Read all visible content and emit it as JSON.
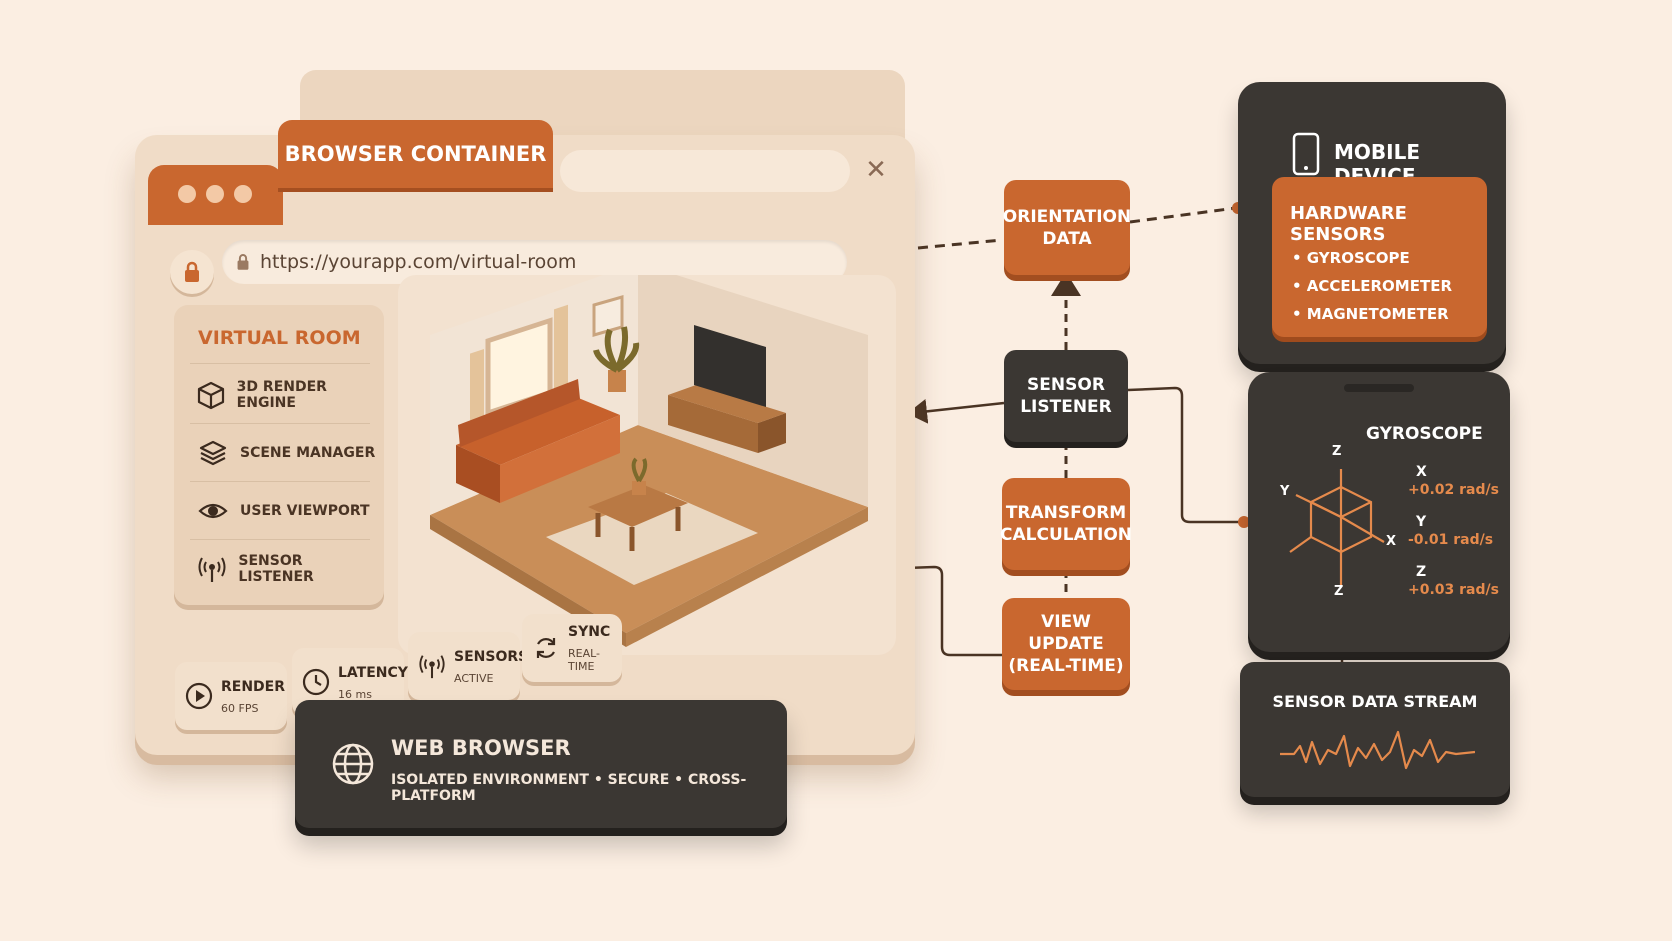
{
  "browser": {
    "title": "BROWSER CONTAINER",
    "url": "https://yourapp.com/virtual-room",
    "close_glyph": "✕"
  },
  "sidebar": {
    "title": "VIRTUAL ROOM",
    "items": [
      {
        "label": "3D RENDER ENGINE",
        "icon": "cube-icon"
      },
      {
        "label": "SCENE MANAGER",
        "icon": "layers-icon"
      },
      {
        "label": "USER VIEWPORT",
        "icon": "eye-icon"
      },
      {
        "label": "SENSOR LISTENER",
        "icon": "antenna-icon"
      }
    ]
  },
  "status": [
    {
      "label": "RENDER",
      "value": "60 FPS",
      "icon": "play-icon"
    },
    {
      "label": "LATENCY",
      "value": "16 ms",
      "icon": "clock-icon"
    },
    {
      "label": "SENSORS",
      "value": "ACTIVE",
      "icon": "antenna-icon"
    },
    {
      "label": "SYNC",
      "value": "REAL-TIME",
      "icon": "sync-icon"
    }
  ],
  "web_browser": {
    "title": "WEB BROWSER",
    "subtitle": "ISOLATED ENVIRONMENT • SECURE • CROSS-PLATFORM",
    "icon": "globe-icon"
  },
  "flow": {
    "orientation": "ORIENTATION\nDATA",
    "sensor_listener": "SENSOR\nLISTENER",
    "transform": "TRANSFORM\nCALCULATION",
    "view_update": "VIEW UPDATE\n(REAL-TIME)"
  },
  "mobile": {
    "title": "MOBILE DEVICE",
    "icon": "phone-icon",
    "hw_title": "HARDWARE SENSORS",
    "sensors": [
      "• GYROSCOPE",
      "• ACCELEROMETER",
      "• MAGNETOMETER"
    ]
  },
  "gyroscope": {
    "title": "GYROSCOPE",
    "axes": [
      {
        "axis": "X",
        "value": "+0.02 rad/s"
      },
      {
        "axis": "Y",
        "value": "-0.01 rad/s"
      },
      {
        "axis": "Z",
        "value": "+0.03 rad/s"
      }
    ],
    "diagram_labels": {
      "z_top": "Z",
      "y_left": "Y",
      "x_right": "X",
      "z_bottom": "Z"
    }
  },
  "stream": {
    "title": "SENSOR DATA STREAM"
  },
  "colors": {
    "accent": "#c9672f",
    "dark": "#3b3733",
    "background": "#fbeee2",
    "panel": "#f0dcc7"
  }
}
